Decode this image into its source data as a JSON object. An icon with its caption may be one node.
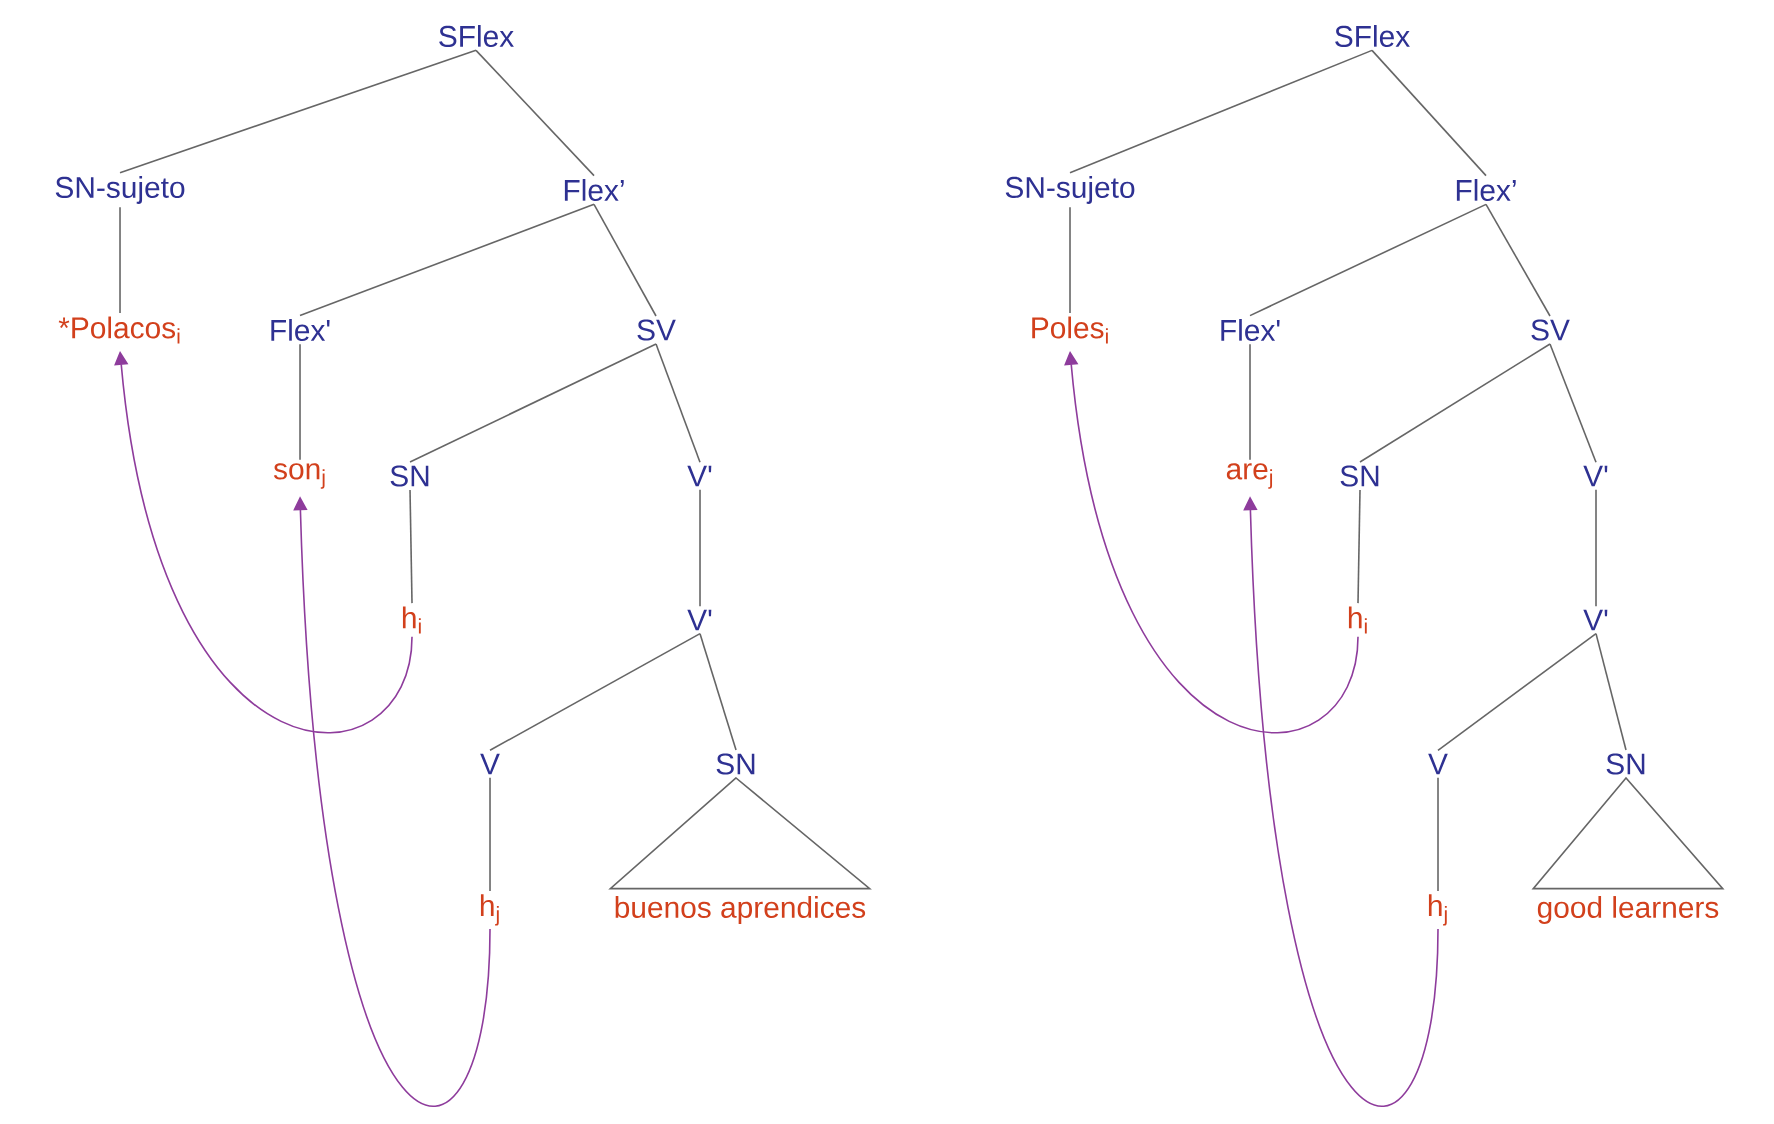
{
  "diagram": {
    "nodes": [
      {
        "text": [
          "SFlex"
        ]
      },
      {
        "text": [
          "SN-sujeto"
        ]
      },
      {
        "text": [
          "Flex’"
        ]
      },
      {
        "text": [
          "*Polacos$_{i}$"
        ]
      },
      {
        "text": [
          "Flex'"
        ]
      },
      {
        "text": [
          "SV"
        ]
      },
      {
        "text": [
          "son$_{j}$"
        ]
      },
      {
        "text": [
          "SN"
        ]
      },
      {
        "text": [
          "V'"
        ]
      },
      {
        "text": [
          "h$_{i}$"
        ]
      },
      {
        "text": [
          "V'"
        ]
      },
      {
        "text": [
          "V"
        ]
      },
      {
        "text": [
          "SN"
        ]
      },
      {
        "text": [
          "h$_{j}$"
        ]
      },
      {
        "text": [
          "buenos aprendices"
        ]
      },
      {
        "text": [
          "SFlex"
        ]
      },
      {
        "text": [
          "SN-sujeto"
        ]
      },
      {
        "text": [
          "Flex’"
        ]
      },
      {
        "text": [
          "Poles$_{i}$"
        ]
      },
      {
        "text": [
          "Flex'"
        ]
      },
      {
        "text": [
          "SV"
        ]
      },
      {
        "text": [
          "are$_{j}$"
        ]
      },
      {
        "text": [
          "SN"
        ]
      },
      {
        "text": [
          "V'"
        ]
      },
      {
        "text": [
          "h$_{i}$"
        ]
      },
      {
        "text": [
          "V'"
        ]
      },
      {
        "text": [
          "V"
        ]
      },
      {
        "text": [
          "SN"
        ]
      },
      {
        "text": [
          "h$_{j}$"
        ]
      },
      {
        "text": [
          "good learners"
        ]
      }
    ],
    "edges": [
      {
        "from": 0,
        "to": 1,
        "arrow": "none"
      },
      {
        "from": 0,
        "to": 2,
        "arrow": "none"
      },
      {
        "from": 1,
        "to": 3,
        "arrow": "none"
      },
      {
        "from": 2,
        "to": 4,
        "arrow": "none"
      },
      {
        "from": 2,
        "to": 5,
        "arrow": "none"
      },
      {
        "from": 4,
        "to": 6,
        "arrow": "none"
      },
      {
        "from": 5,
        "to": 7,
        "arrow": "none"
      },
      {
        "from": 5,
        "to": 8,
        "arrow": "none"
      },
      {
        "from": 7,
        "to": 9,
        "arrow": "none"
      },
      {
        "from": 8,
        "to": 10,
        "arrow": "none"
      },
      {
        "from": 10,
        "to": 11,
        "arrow": "none"
      },
      {
        "from": 10,
        "to": 12,
        "arrow": "none"
      },
      {
        "from": 11,
        "to": 13,
        "arrow": "none"
      },
      {
        "from": 12,
        "to": 14,
        "arrow": "none"
      },
      {
        "from": 9,
        "to": 3,
        "arrow": "to",
        "color": "#8e3c9c"
      },
      {
        "from": 13,
        "to": 6,
        "arrow": "to",
        "color": "#8e3c9c"
      },
      {
        "from": 15,
        "to": 16,
        "arrow": "none"
      },
      {
        "from": 15,
        "to": 17,
        "arrow": "none"
      },
      {
        "from": 16,
        "to": 18,
        "arrow": "none"
      },
      {
        "from": 17,
        "to": 19,
        "arrow": "none"
      },
      {
        "from": 17,
        "to": 20,
        "arrow": "none"
      },
      {
        "from": 19,
        "to": 21,
        "arrow": "none"
      },
      {
        "from": 20,
        "to": 22,
        "arrow": "none"
      },
      {
        "from": 20,
        "to": 23,
        "arrow": "none"
      },
      {
        "from": 22,
        "to": 24,
        "arrow": "none"
      },
      {
        "from": 23,
        "to": 25,
        "arrow": "none"
      },
      {
        "from": 25,
        "to": 26,
        "arrow": "none"
      },
      {
        "from": 25,
        "to": 27,
        "arrow": "none"
      },
      {
        "from": 26,
        "to": 28,
        "arrow": "none"
      },
      {
        "from": 27,
        "to": 29,
        "arrow": "none"
      },
      {
        "from": 24,
        "to": 18,
        "arrow": "to",
        "color": "#8e3c9c"
      },
      {
        "from": 28,
        "to": 21,
        "arrow": "to",
        "color": "#8e3c9c"
      }
    ]
  }
}
